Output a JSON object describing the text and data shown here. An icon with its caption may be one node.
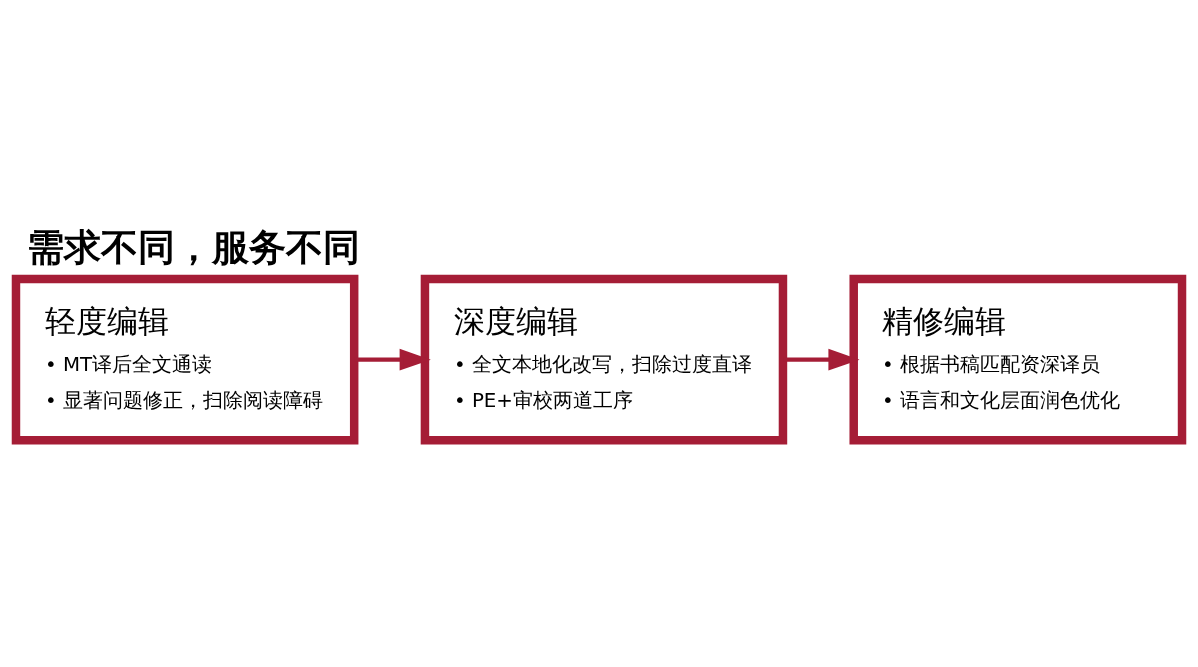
{
  "diagram": {
    "title": "需求不同，服务不同",
    "nodes": [
      {
        "text": [
          "轻度编辑",
          "• MT译后全文通读",
          "• 显著问题修正，扫除阅读障碍"
        ]
      },
      {
        "text": [
          "深度编辑",
          "• 全文本地化改写，扫除过度直译",
          "• PE+审校两道工序"
        ]
      },
      {
        "text": [
          "精修编辑",
          "• 根据书稿匹配资深译员",
          "• 语言和文化层面润色优化"
        ]
      }
    ],
    "edges": [
      {
        "from": 0,
        "to": 1,
        "arrow": "to"
      },
      {
        "from": 1,
        "to": 2,
        "arrow": "to"
      }
    ]
  }
}
